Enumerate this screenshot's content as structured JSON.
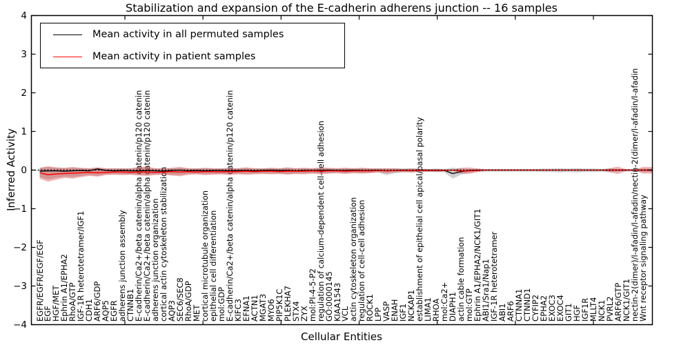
{
  "title": "Stabilization and expansion of the E-cadherin adherens junction -- 16 samples",
  "axes": {
    "x_label": "Cellular Entities",
    "y_label": "Inferred Activity"
  },
  "y_ticks": [
    "4",
    "3",
    "2",
    "1",
    "0",
    "−1",
    "−2",
    "−3",
    "−4"
  ],
  "legend": [
    {
      "label": "Mean activity in all permuted samples",
      "color": "#000000"
    },
    {
      "label": "Mean activity in patient samples",
      "color": "#ff0000"
    }
  ],
  "chart_data": {
    "type": "line",
    "title": "Stabilization and expansion of the E-cadherin adherens junction -- 16 samples",
    "xlabel": "Cellular Entities",
    "ylabel": "Inferred Activity",
    "ylim": [
      -4,
      4
    ],
    "grid": false,
    "legend_position": "upper left",
    "zero_reference_line": 0,
    "categories": [
      "EGFR/EGFR/EGF/EGF",
      "EGF",
      "HGF/MET",
      "Ephrin A1/EPHA2",
      "RhoA/GTP",
      "IGF-1R heterotetramer/IGF1",
      "CDH1",
      "ARF6/GDP",
      "AQP5",
      "EGFR",
      "adherens junction assembly",
      "CTNNB1",
      "E-cadherin/Ca2+/beta catenin/alpha catenin/p120 catenin",
      "E-cadherin/Ca2+/beta catenin/alpha catenin/p120 catenin",
      "adherens junction organization",
      "cortical actin cytoskeleton stabilization",
      "AQP3",
      "SEC6/SEC8",
      "RhoA/GDP",
      "MET",
      "cortical microtubule organization",
      "epithelial cell differentiation",
      "mol:GDP",
      "E-cadherin/Ca2+/beta catenin/alpha catenin/p120 catenin",
      "KIFC3",
      "EFNA1",
      "ACTN1",
      "MGAT3",
      "MYO6",
      "PIP5K1C",
      "PLEKHA7",
      "STX4",
      "ZYX",
      "mol:PI-4-5-P2",
      "regulation of calcium-dependent cell-cell adhesion",
      "GO:0000145",
      "KIAA1543",
      "VCL",
      "actin cytoskeleton organization",
      "regulation of cell-cell adhesion",
      "ROCK1",
      "LPP",
      "VASP",
      "ENAH",
      "IGF1",
      "NCKAP1",
      "establishment of epithelial cell apical/basal polarity",
      "LIMA1",
      "RHOA",
      "mol:Ca2+",
      "DIAPH1",
      "actin cable formation",
      "mol:GTP",
      "Ephrin A1/EPHA2/NCK1/GIT1",
      "ABI1/Sra1/Nap1",
      "IGF-1R heterotetramer",
      "ABI1",
      "ARF6",
      "CTNNA1",
      "CTNND1",
      "CYFIP2",
      "EPHA2",
      "EXOC3",
      "EXOC4",
      "GIT1",
      "HGF",
      "IGF1R",
      "MLLT4",
      "NCK1",
      "PVRL2",
      "ARF6/GTP",
      "NCK1/GIT1",
      "nectin-2(dimer)/l-afadin/l-afadin/nectin-2(dimer/l-afadin/l-afadin",
      "Wnt receptor signaling pathway"
    ],
    "series": [
      {
        "name": "Mean activity in all permuted samples",
        "color": "#000000",
        "style": "solid",
        "values": [
          -0.03,
          -0.02,
          -0.02,
          -0.03,
          -0.02,
          -0.01,
          -0.02,
          0.03,
          -0.01,
          -0.02,
          -0.01,
          -0.02,
          -0.02,
          -0.01,
          -0.02,
          -0.03,
          -0.01,
          0.0,
          -0.02,
          -0.01,
          -0.02,
          -0.01,
          -0.01,
          -0.02,
          -0.01,
          -0.01,
          -0.02,
          -0.01,
          0.0,
          -0.01,
          -0.01,
          -0.02,
          -0.01,
          -0.01,
          -0.01,
          0.0,
          -0.01,
          -0.01,
          0.0,
          -0.01,
          -0.01,
          0.0,
          -0.02,
          -0.01,
          0.0,
          -0.01,
          0.0,
          0.0,
          -0.01,
          -0.01,
          -0.09,
          -0.04,
          -0.01,
          0.0,
          0.0,
          0.0,
          0.0,
          0.0,
          0.0,
          0.0,
          0.0,
          0.0,
          0.0,
          0.0,
          0.0,
          0.0,
          0.0,
          0.0,
          0.0,
          0.0,
          0.0,
          0.0,
          0.0,
          0.0
        ]
      },
      {
        "name": "Mean activity in patient samples",
        "color": "#ff0000",
        "style": "solid",
        "values": [
          -0.07,
          -0.12,
          -0.1,
          -0.09,
          -0.08,
          -0.07,
          -0.06,
          -0.07,
          -0.06,
          -0.05,
          -0.05,
          -0.06,
          -0.05,
          -0.05,
          -0.06,
          -0.05,
          -0.04,
          -0.05,
          -0.04,
          -0.05,
          -0.04,
          -0.04,
          -0.05,
          -0.04,
          -0.04,
          -0.03,
          -0.04,
          -0.03,
          -0.03,
          -0.04,
          -0.03,
          -0.03,
          -0.03,
          -0.02,
          -0.03,
          -0.02,
          -0.02,
          -0.03,
          -0.02,
          -0.02,
          -0.02,
          -0.01,
          -0.02,
          -0.01,
          -0.01,
          -0.01,
          -0.01,
          -0.01,
          -0.01,
          -0.01,
          0.0,
          -0.02,
          -0.02,
          -0.01,
          0.0,
          0.0,
          0.0,
          0.0,
          0.0,
          0.0,
          0.0,
          0.0,
          0.0,
          0.0,
          0.0,
          0.0,
          0.0,
          0.0,
          0.0,
          0.0,
          0.0,
          0.0,
          0.0,
          0.0
        ]
      }
    ],
    "bands": [
      {
        "name": "all permuted samples spread",
        "color": "rgba(120,120,120,0.35)",
        "upper": [
          0.05,
          0.08,
          0.06,
          0.05,
          0.06,
          0.05,
          0.04,
          0.06,
          0.04,
          0.05,
          0.04,
          0.05,
          0.06,
          0.07,
          0.04,
          0.05,
          0.05,
          0.06,
          0.04,
          0.05,
          0.05,
          0.04,
          0.05,
          0.05,
          0.04,
          0.06,
          0.04,
          0.05,
          0.05,
          0.04,
          0.06,
          0.04,
          0.05,
          0.04,
          0.06,
          0.05,
          0.04,
          0.05,
          0.04,
          0.05,
          0.04,
          0.05,
          0.04,
          0.05,
          0.04,
          0.05,
          0.04,
          0.03,
          0.04,
          0.03,
          0.06,
          0.04,
          0.03,
          0.04,
          0.03,
          0.03,
          0.03,
          0.03,
          0.03,
          0.03,
          0.03,
          0.04,
          0.04,
          0.05,
          0.04,
          0.05,
          0.04,
          0.04,
          0.03,
          0.04,
          0.03,
          0.03,
          0.03,
          0.04
        ],
        "lower": [
          -0.18,
          -0.24,
          -0.2,
          -0.17,
          -0.18,
          -0.15,
          -0.13,
          -0.15,
          -0.11,
          -0.11,
          -0.11,
          -0.11,
          -0.12,
          -0.13,
          -0.11,
          -0.11,
          -0.12,
          -0.13,
          -0.1,
          -0.1,
          -0.11,
          -0.1,
          -0.1,
          -0.11,
          -0.09,
          -0.1,
          -0.09,
          -0.09,
          -0.09,
          -0.09,
          -0.1,
          -0.09,
          -0.09,
          -0.08,
          -0.09,
          -0.08,
          -0.07,
          -0.08,
          -0.07,
          -0.08,
          -0.07,
          -0.06,
          -0.13,
          -0.08,
          -0.06,
          -0.06,
          -0.05,
          -0.05,
          -0.05,
          -0.06,
          -0.22,
          -0.12,
          -0.06,
          -0.05,
          -0.04,
          -0.04,
          -0.04,
          -0.04,
          -0.04,
          -0.04,
          -0.04,
          -0.05,
          -0.05,
          -0.06,
          -0.05,
          -0.06,
          -0.05,
          -0.05,
          -0.04,
          -0.05,
          -0.04,
          -0.04,
          -0.04,
          -0.05
        ]
      },
      {
        "name": "patient samples spread",
        "color": "rgba(219,36,36,0.35)",
        "upper": [
          0.06,
          0.1,
          0.07,
          0.06,
          0.08,
          0.06,
          0.05,
          0.07,
          0.05,
          0.04,
          0.05,
          0.04,
          0.08,
          0.09,
          0.05,
          0.04,
          0.06,
          0.08,
          0.05,
          0.04,
          0.06,
          0.05,
          0.04,
          0.06,
          0.05,
          0.07,
          0.05,
          0.04,
          0.06,
          0.05,
          0.07,
          0.05,
          0.06,
          0.05,
          0.07,
          0.06,
          0.05,
          0.06,
          0.05,
          0.06,
          0.05,
          0.04,
          0.05,
          0.04,
          0.03,
          0.04,
          0.03,
          0.02,
          0.03,
          0.02,
          0.01,
          0.06,
          0.07,
          0.04,
          0.01,
          0.01,
          0.01,
          0.01,
          0.01,
          0.01,
          0.01,
          0.01,
          0.01,
          0.01,
          0.01,
          0.01,
          0.01,
          0.01,
          0.01,
          0.05,
          0.09,
          0.02,
          0.01,
          0.08
        ],
        "lower": [
          -0.22,
          -0.3,
          -0.25,
          -0.2,
          -0.22,
          -0.18,
          -0.15,
          -0.17,
          -0.13,
          -0.12,
          -0.13,
          -0.12,
          -0.14,
          -0.15,
          -0.13,
          -0.12,
          -0.14,
          -0.16,
          -0.12,
          -0.11,
          -0.13,
          -0.12,
          -0.11,
          -0.13,
          -0.11,
          -0.12,
          -0.11,
          -0.1,
          -0.11,
          -0.1,
          -0.12,
          -0.1,
          -0.11,
          -0.09,
          -0.11,
          -0.09,
          -0.08,
          -0.1,
          -0.08,
          -0.09,
          -0.08,
          -0.06,
          -0.08,
          -0.06,
          -0.05,
          -0.06,
          -0.05,
          -0.04,
          -0.05,
          -0.03,
          -0.01,
          -0.09,
          -0.1,
          -0.05,
          -0.01,
          -0.01,
          -0.01,
          -0.01,
          -0.01,
          -0.01,
          -0.01,
          -0.01,
          -0.01,
          -0.01,
          -0.01,
          -0.01,
          -0.01,
          -0.01,
          -0.01,
          -0.06,
          -0.1,
          -0.02,
          -0.01,
          -0.09
        ]
      }
    ]
  }
}
